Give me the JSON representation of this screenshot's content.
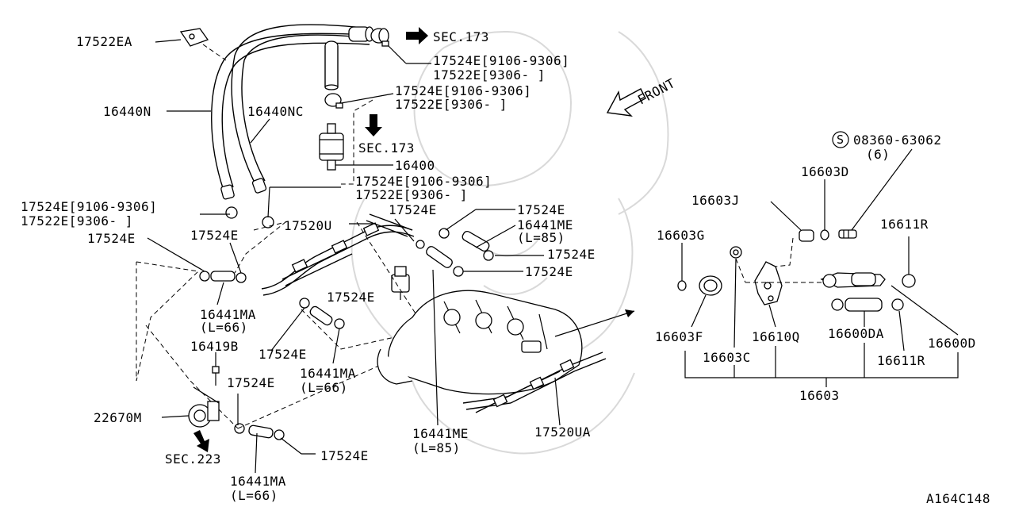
{
  "diagram_id": "A164C148",
  "sec_refs": {
    "top": "SEC.173",
    "mid": "SEC.173",
    "bottom": "SEC.223"
  },
  "front_label": "FRONT",
  "labels": {
    "l17522EA": "17522EA",
    "l17524E_top1": "17524E[9106-9306]",
    "l17522E_top1": "17522E[9306-  ]",
    "l17524E_top2": "17524E[9106-9306]",
    "l17522E_top2": "17522E[9306-  ]",
    "l16440N": "16440N",
    "l16440NC": "16440NC",
    "l16400": "16400",
    "l17524E_mid1": "17524E[9106-9306]",
    "l17522E_mid1": "17522E[9306-  ]",
    "l17524E_left1": "17524E[9106-9306]",
    "l17522E_left1": "17522E[9306-  ]",
    "l17524E_a": "17524E",
    "l17524E_b": "17524E",
    "l17520U": "17520U",
    "l17524E_c": "17524E",
    "l17524E_d": "17524E",
    "l16441ME_top": "16441ME",
    "l16441ME_top_len": "(L=85)",
    "l17524E_e": "17524E",
    "l17524E_f": "17524E",
    "l16441MA_1": "16441MA",
    "l16441MA_1_len": "(L=66)",
    "l17524E_g": "17524E",
    "l16419B": "16419B",
    "l17524E_h": "17524E",
    "l16441MA_2": "16441MA",
    "l16441MA_2_len": "(L=66)",
    "l17524E_i": "17524E",
    "l22670M": "22670M",
    "l16441ME_bot": "16441ME",
    "l16441ME_bot_len": "(L=85)",
    "l17520UA": "17520UA",
    "l17524E_j": "17524E",
    "l16441MA_3": "16441MA",
    "l16441MA_3_len": "(L=66)",
    "s_mark": "S",
    "l08360": "08360-63062",
    "l08360_qty": "(6)",
    "l16603D": "16603D",
    "l16603J": "16603J",
    "l16603G": "16603G",
    "l16611R_top": "16611R",
    "l16603F": "16603F",
    "l16603C": "16603C",
    "l16610Q": "16610Q",
    "l16600DA": "16600DA",
    "l16600D": "16600D",
    "l16611R_bot": "16611R",
    "l16603": "16603"
  }
}
